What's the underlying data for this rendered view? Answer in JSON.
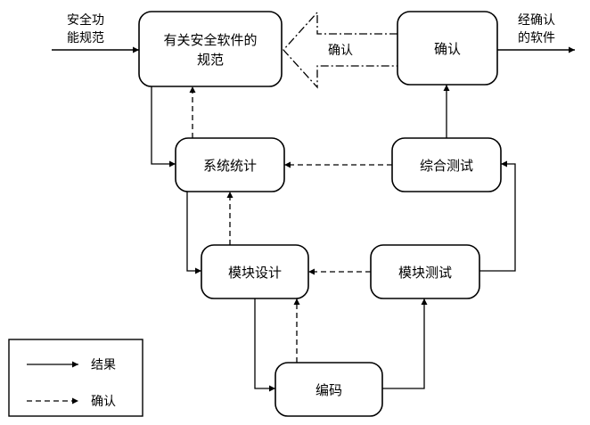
{
  "diagram": {
    "input_label": [
      "安全功",
      "能规范"
    ],
    "output_label": [
      "经确认",
      "的软件"
    ],
    "nodes": {
      "spec": [
        "有关安全软件的",
        "规范"
      ],
      "validate": "确认",
      "system_stats": "系统统计",
      "integration_test": "综合测试",
      "module_design": "模块设计",
      "module_test": "模块测试",
      "coding": "编码"
    },
    "arrow_label": "确认",
    "legend": {
      "result": "结果",
      "confirm": "确认"
    },
    "colors": {
      "stroke": "#000000",
      "background": "#ffffff"
    }
  }
}
